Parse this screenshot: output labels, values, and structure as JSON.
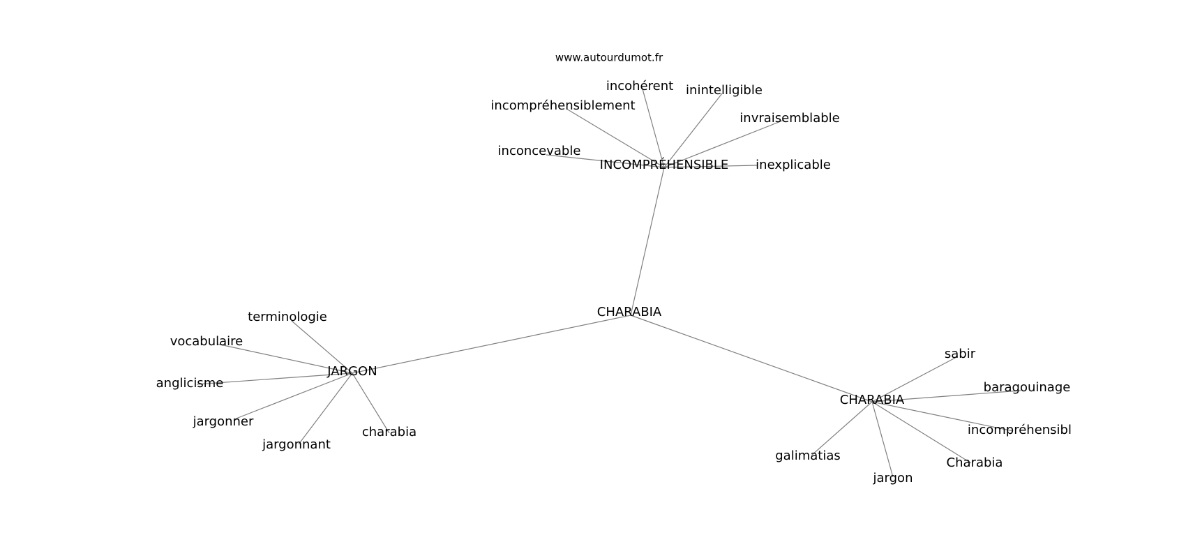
{
  "source": "www.autourdumot.fr",
  "colors": {
    "edge": "#808080",
    "text": "#000000",
    "background": "#ffffff"
  },
  "nodes": {
    "root": "CHARABIA",
    "incomprehensible_hub": "INCOMPRÉHENSIBLE",
    "jargon_hub": "JARGON",
    "charabia_hub": "CHARABIA",
    "incoherent": "incohérent",
    "inintelligible": "inintelligible",
    "incomprehensiblement": "incompréhensiblement",
    "invraisemblable": "invraisemblable",
    "inconcevable": "inconcevable",
    "inexplicable": "inexplicable",
    "terminologie": "terminologie",
    "vocabulaire": "vocabulaire",
    "anglicisme": "anglicisme",
    "jargonner": "jargonner",
    "jargonnant": "jargonnant",
    "charabia_leaf": "charabia",
    "sabir": "sabir",
    "baragouinage": "baragouinage",
    "incomprehensible_leaf": "incompréhensible",
    "charabia_cap_leaf": "Charabia",
    "galimatias": "galimatias",
    "jargon_leaf": "jargon"
  },
  "edges": [
    [
      "root",
      "incomprehensible_hub"
    ],
    [
      "root",
      "jargon_hub"
    ],
    [
      "root",
      "charabia_hub"
    ],
    [
      "incomprehensible_hub",
      "incoherent"
    ],
    [
      "incomprehensible_hub",
      "inintelligible"
    ],
    [
      "incomprehensible_hub",
      "incomprehensiblement"
    ],
    [
      "incomprehensible_hub",
      "invraisemblable"
    ],
    [
      "incomprehensible_hub",
      "inconcevable"
    ],
    [
      "incomprehensible_hub",
      "inexplicable"
    ],
    [
      "jargon_hub",
      "terminologie"
    ],
    [
      "jargon_hub",
      "vocabulaire"
    ],
    [
      "jargon_hub",
      "anglicisme"
    ],
    [
      "jargon_hub",
      "jargonner"
    ],
    [
      "jargon_hub",
      "jargonnant"
    ],
    [
      "jargon_hub",
      "charabia_leaf"
    ],
    [
      "charabia_hub",
      "sabir"
    ],
    [
      "charabia_hub",
      "baragouinage"
    ],
    [
      "charabia_hub",
      "incomprehensible_leaf"
    ],
    [
      "charabia_hub",
      "charabia_cap_leaf"
    ],
    [
      "charabia_hub",
      "galimatias"
    ],
    [
      "charabia_hub",
      "jargon_leaf"
    ]
  ]
}
